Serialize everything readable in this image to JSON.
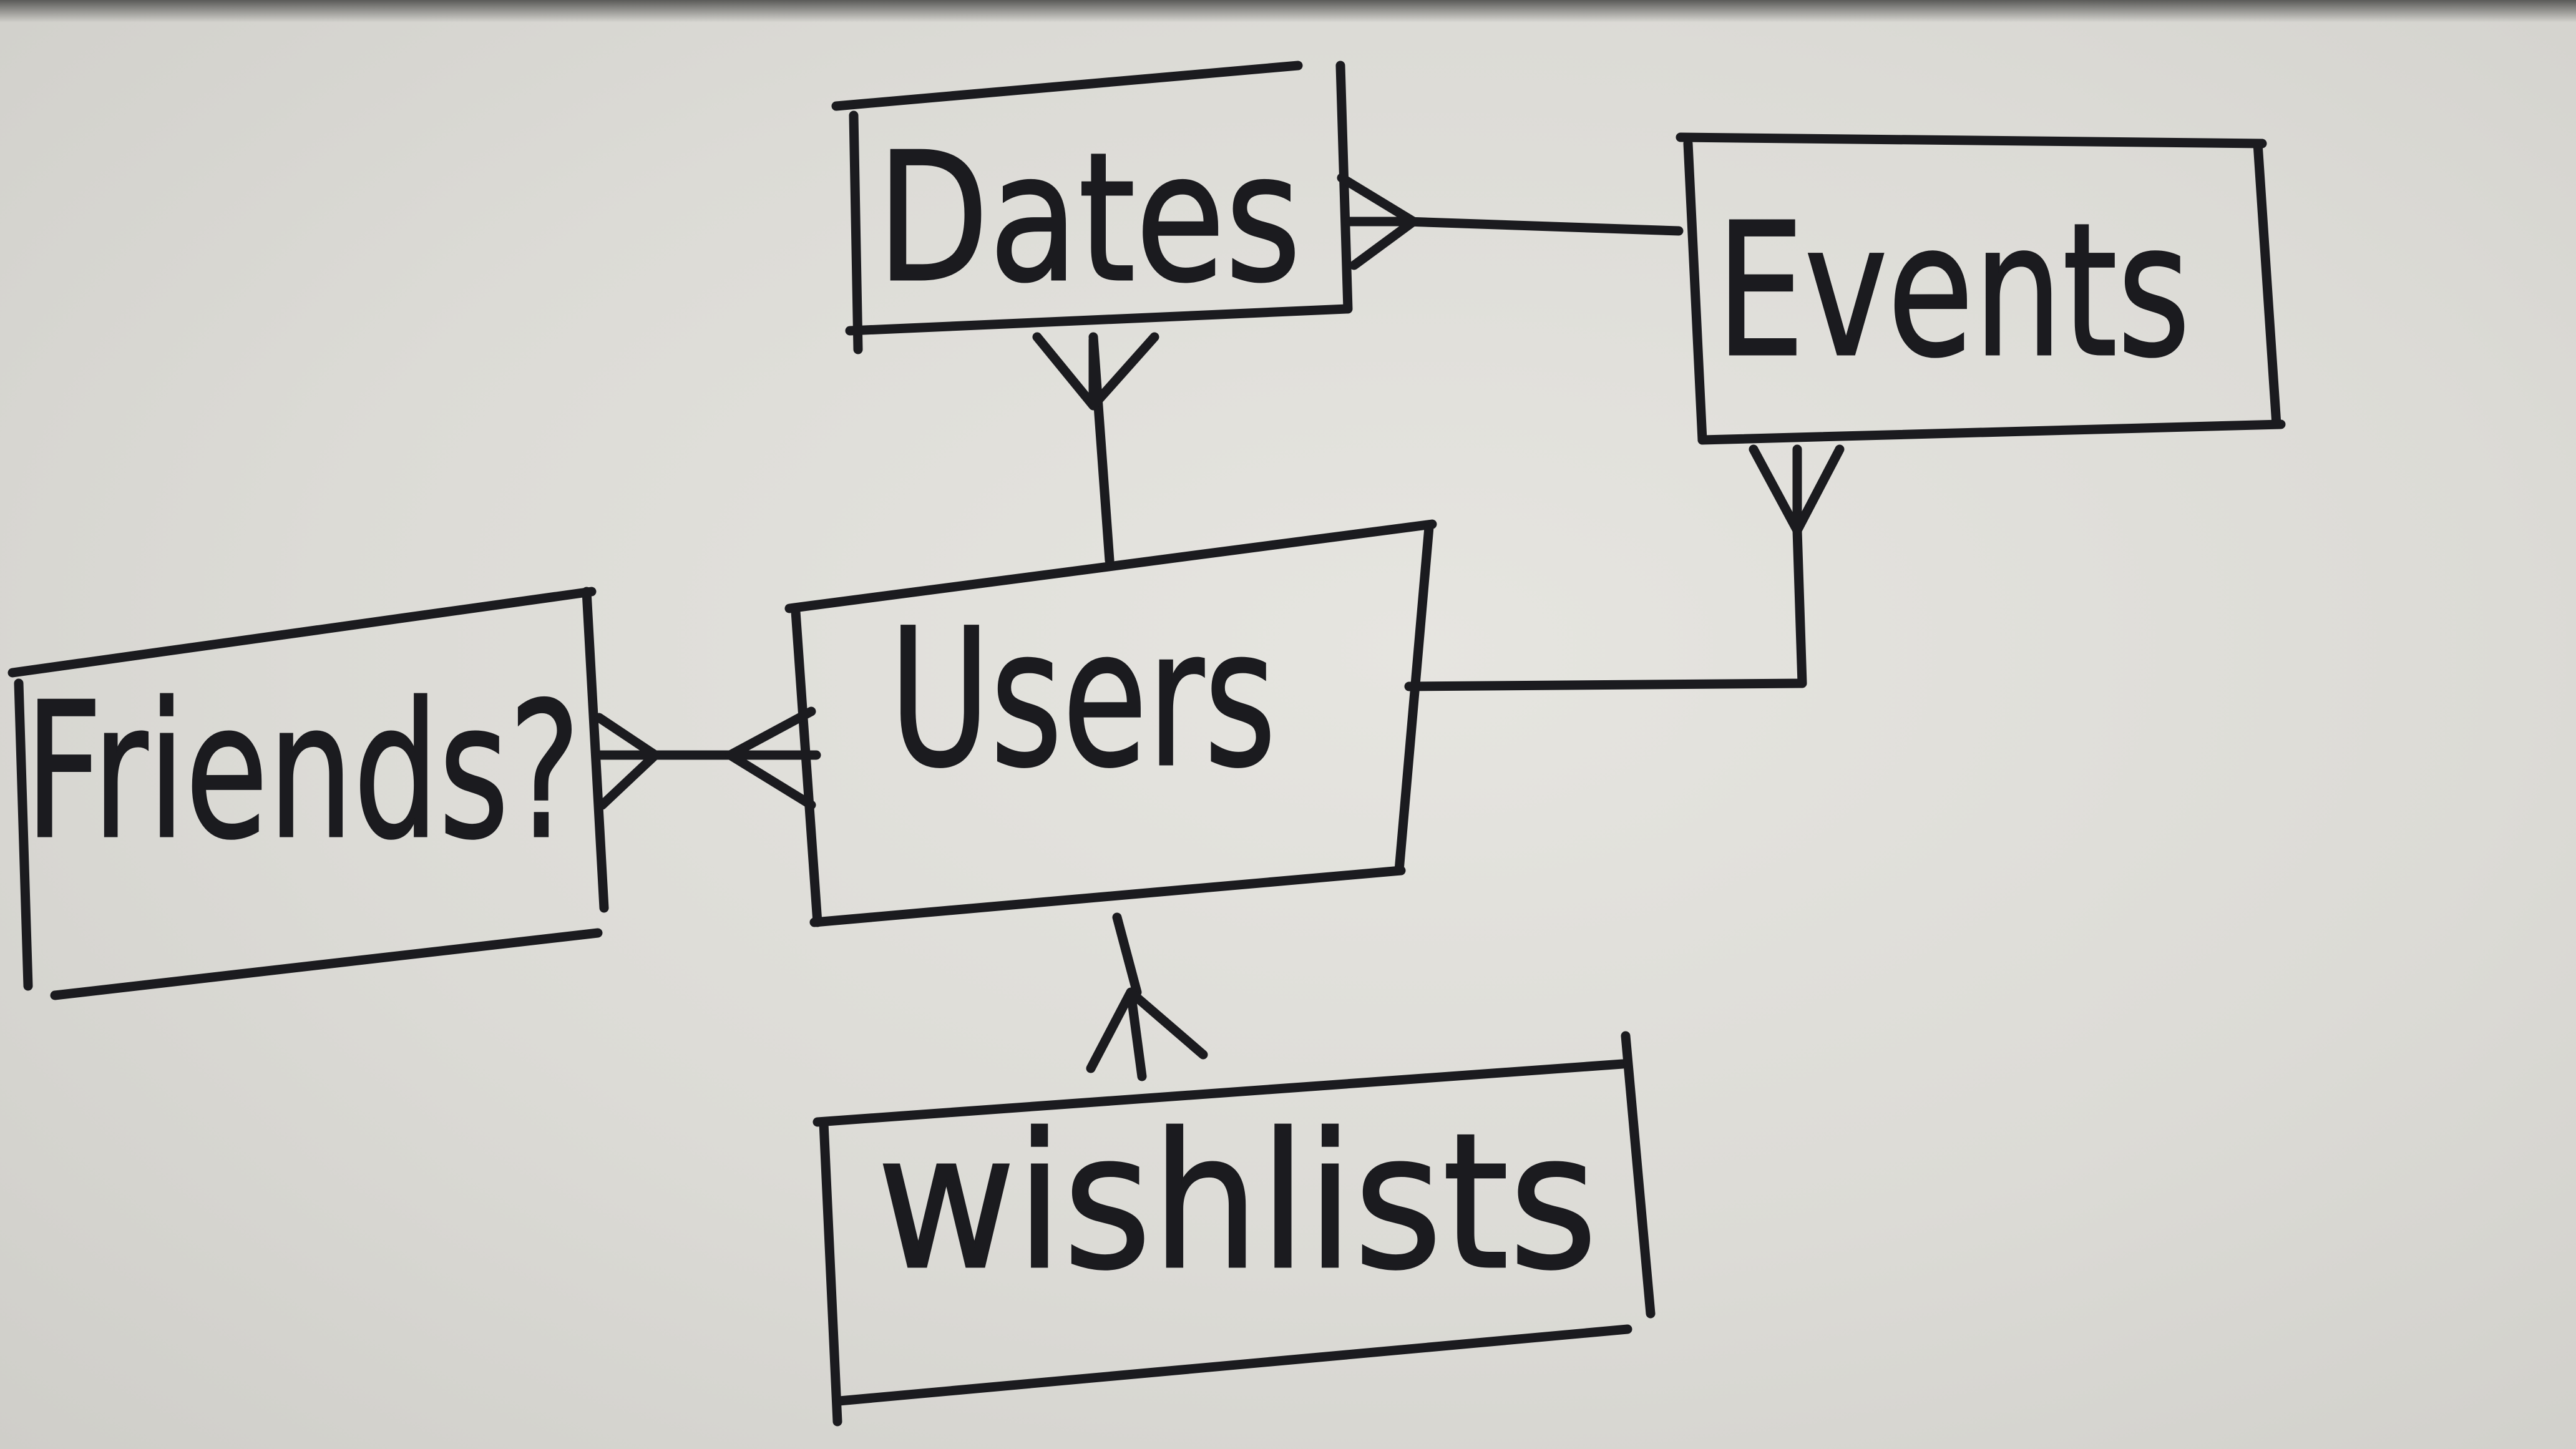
{
  "entities": {
    "dates": "Dates",
    "events": "Events",
    "users": "Users",
    "friends": "Friends?",
    "wishlists": "wishlists"
  },
  "relationships": [
    {
      "from": "Dates",
      "to": "Events",
      "end_marker": "crow-foot at Dates"
    },
    {
      "from": "Dates",
      "to": "Users",
      "end_marker": "crow-foot at Dates"
    },
    {
      "from": "Events",
      "to": "Users",
      "end_marker": "crow-foot at Events"
    },
    {
      "from": "Friends?",
      "to": "Users",
      "end_marker": "crow-foot at both ends"
    },
    {
      "from": "Wishlists",
      "to": "Users",
      "end_marker": "crow-foot at Wishlists"
    }
  ]
}
